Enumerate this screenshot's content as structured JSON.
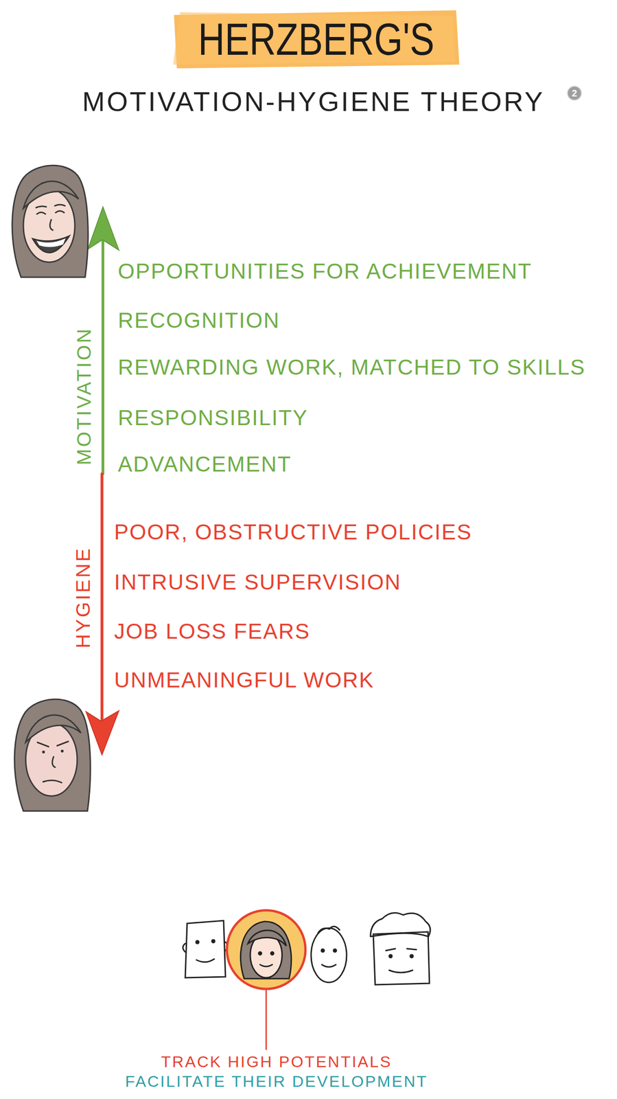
{
  "diagram": {
    "title": "HERZBERG'S",
    "labels": [
      "MOTIVATION-HYGIENE THEORY",
      "2",
      "MOTIVATION",
      "OPPORTUNITIES FOR ACHIEVEMENT",
      "RECOGNITION",
      "REWARDING WORK, MATCHED TO SKILLS",
      "RESPONSIBILITY",
      "ADVANCEMENT",
      "HYGIENE",
      "POOR, OBSTRUCTIVE POLICIES",
      "INTRUSIVE SUPERVISION",
      "JOB LOSS FEARS",
      "UNMEANINGFUL WORK",
      "TRACK HIGH POTENTIALS",
      "FACILITATE THEIR DEVELOPMENT"
    ]
  }
}
